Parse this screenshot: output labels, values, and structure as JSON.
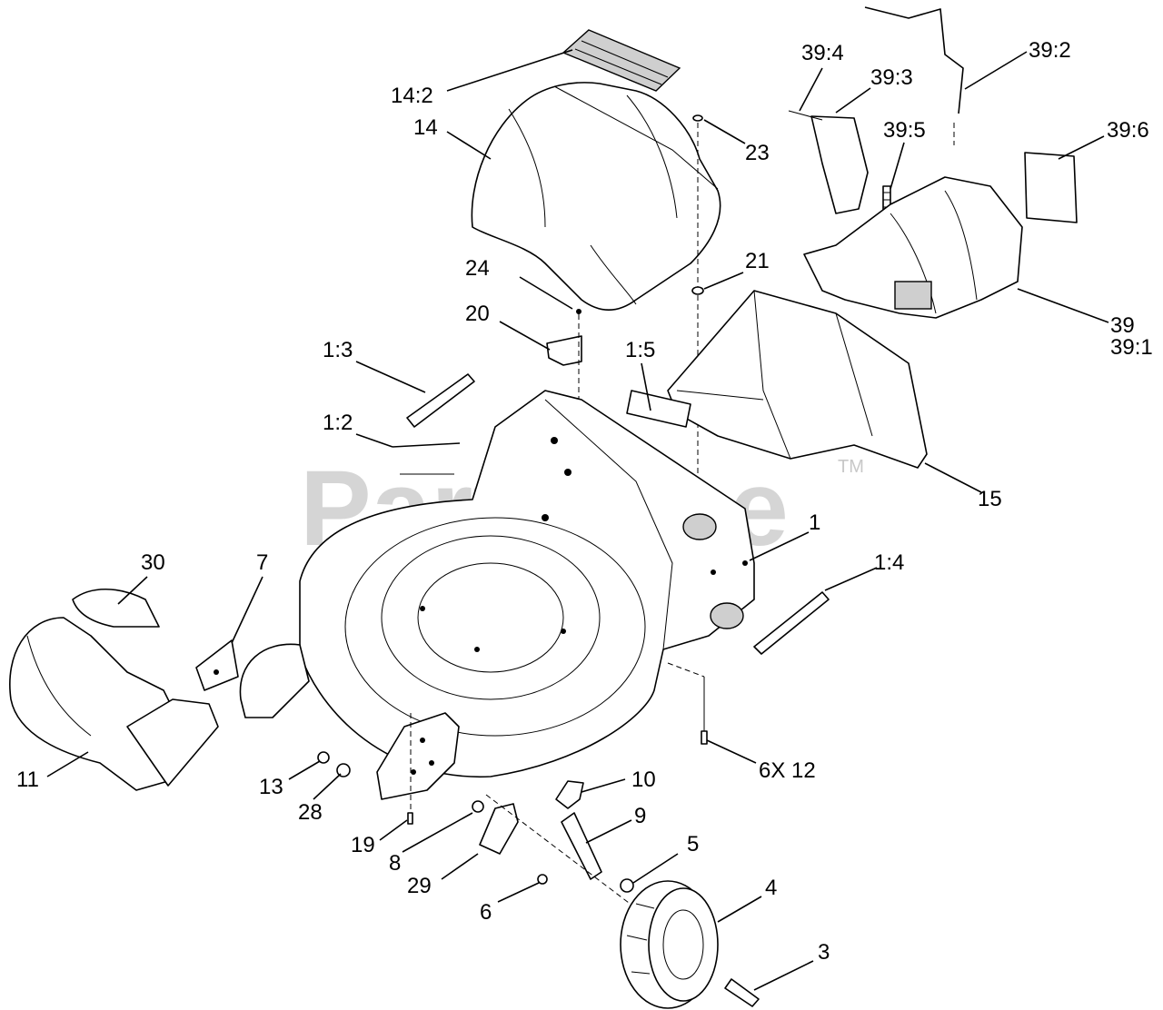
{
  "watermark": {
    "text": "PartsTree",
    "tm": "TM"
  },
  "callouts": [
    "14:2",
    "14",
    "23",
    "39:4",
    "39:3",
    "39:2",
    "39:5",
    "39:6",
    "21",
    "24",
    "20",
    "39",
    "39:1",
    "1:3",
    "1:5",
    "1:2",
    "15",
    "1",
    "1:4",
    "30",
    "7",
    "6X 12",
    "11",
    "13",
    "28",
    "10",
    "19",
    "8",
    "9",
    "5",
    "29",
    "6",
    "4",
    "3"
  ]
}
